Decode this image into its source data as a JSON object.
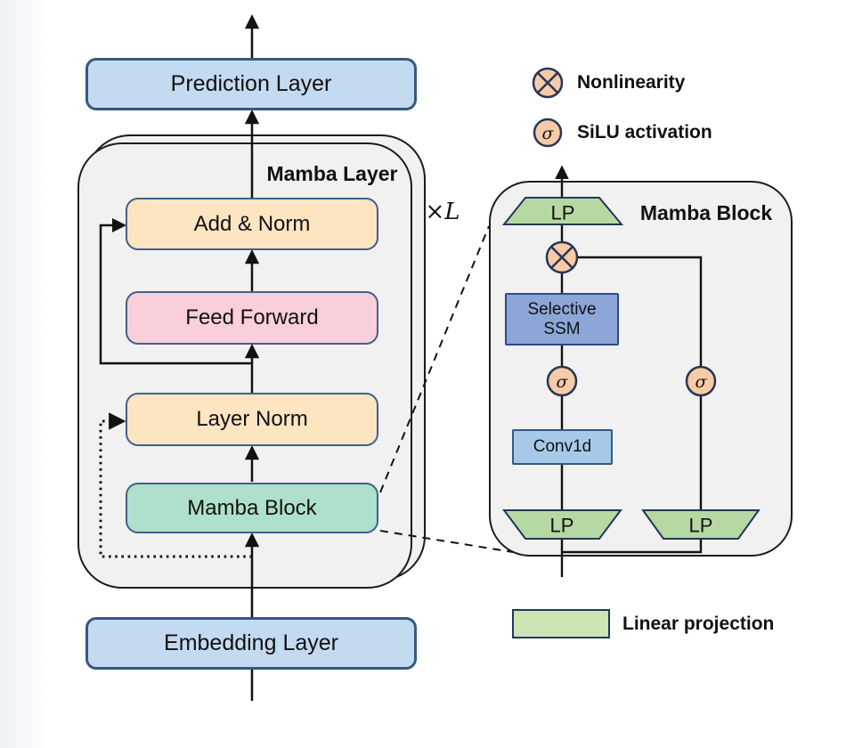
{
  "left": {
    "boxes": {
      "prediction": "Prediction Layer",
      "add_norm": "Add & Norm",
      "feed_forward": "Feed Forward",
      "layer_norm": "Layer Norm",
      "mamba_block": "Mamba Block",
      "embedding": "Embedding Layer"
    },
    "stack_label": "Mamba Layer",
    "repeat_label": "×L"
  },
  "right": {
    "title": "Mamba Block",
    "lp_top": "LP",
    "lp_left": "LP",
    "lp_right": "LP",
    "selective_ssm": "Selective SSM",
    "conv1d": "Conv1d",
    "sigma": "σ"
  },
  "legend": {
    "nonlinearity": "Nonlinearity",
    "silu": "SiLU activation",
    "linear_projection": "Linear projection"
  },
  "colors": {
    "box_blue": "#c3daf1",
    "box_orange": "#fde5c2",
    "box_pink": "#f9cfd9",
    "box_mint": "#aee0cb",
    "ssm_blue": "#8ca6d8",
    "conv_blue": "#a6c9e9",
    "lp_green": "#b6d8a2",
    "circle_peach": "#f7cba6",
    "container_gray": "#f1f1f2",
    "wire": "#121212"
  }
}
